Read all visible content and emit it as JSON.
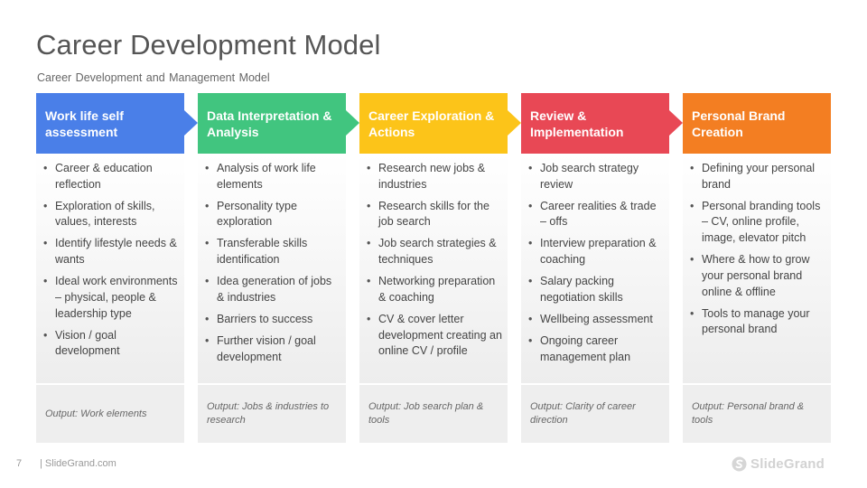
{
  "title": "Career Development Model",
  "subtitle": "Career Development and Management Model",
  "columns": [
    {
      "heading": "Work life self assessment",
      "color": "#4A7FE8",
      "items": [
        "Career & education reflection",
        "Exploration  of skills, values, interests",
        "Identify lifestyle needs & wants",
        "Ideal work environments  – physical, people & leadership type",
        "Vision / goal development"
      ],
      "output": "Output: Work elements"
    },
    {
      "heading": "Data Interpretation & Analysis",
      "color": "#41C57F",
      "items": [
        "Analysis of work life elements",
        "Personality type exploration",
        "Transferable skills identification",
        "Idea generation  of jobs & industries",
        "Barriers to success",
        "Further vision / goal development"
      ],
      "output": "Output: Jobs & industries to research"
    },
    {
      "heading": "Career Exploration & Actions",
      "color": "#FCC419",
      "items": [
        "Research new jobs & industries",
        "Research skills for the job search",
        "Job search strategies & techniques",
        "Networking preparation  & coaching",
        "CV & cover letter development creating an online CV / profile"
      ],
      "output": "Output: Job search plan & tools"
    },
    {
      "heading": "Review & Implementation",
      "color": "#E84855",
      "items": [
        "Job search strategy review",
        "Career realities & trade – offs",
        "Interview preparation & coaching",
        "Salary packing negotiation  skills",
        "Wellbeing assessment",
        "Ongoing  career management  plan"
      ],
      "output": "Output: Clarity of career direction"
    },
    {
      "heading": "Personal Brand Creation",
      "color": "#F37E22",
      "items": [
        "Defining your personal brand",
        "Personal branding tools – CV, online profile, image, elevator pitch",
        "Where & how to grow your personal brand online & offline",
        "Tools to manage your personal brand"
      ],
      "output": "Output: Personal brand & tools"
    }
  ],
  "footer": {
    "page_number": "7",
    "site": "| SlideGrand.com",
    "logo_text": "SlideGrand",
    "logo_icon": "slidegrand-logo-icon"
  }
}
